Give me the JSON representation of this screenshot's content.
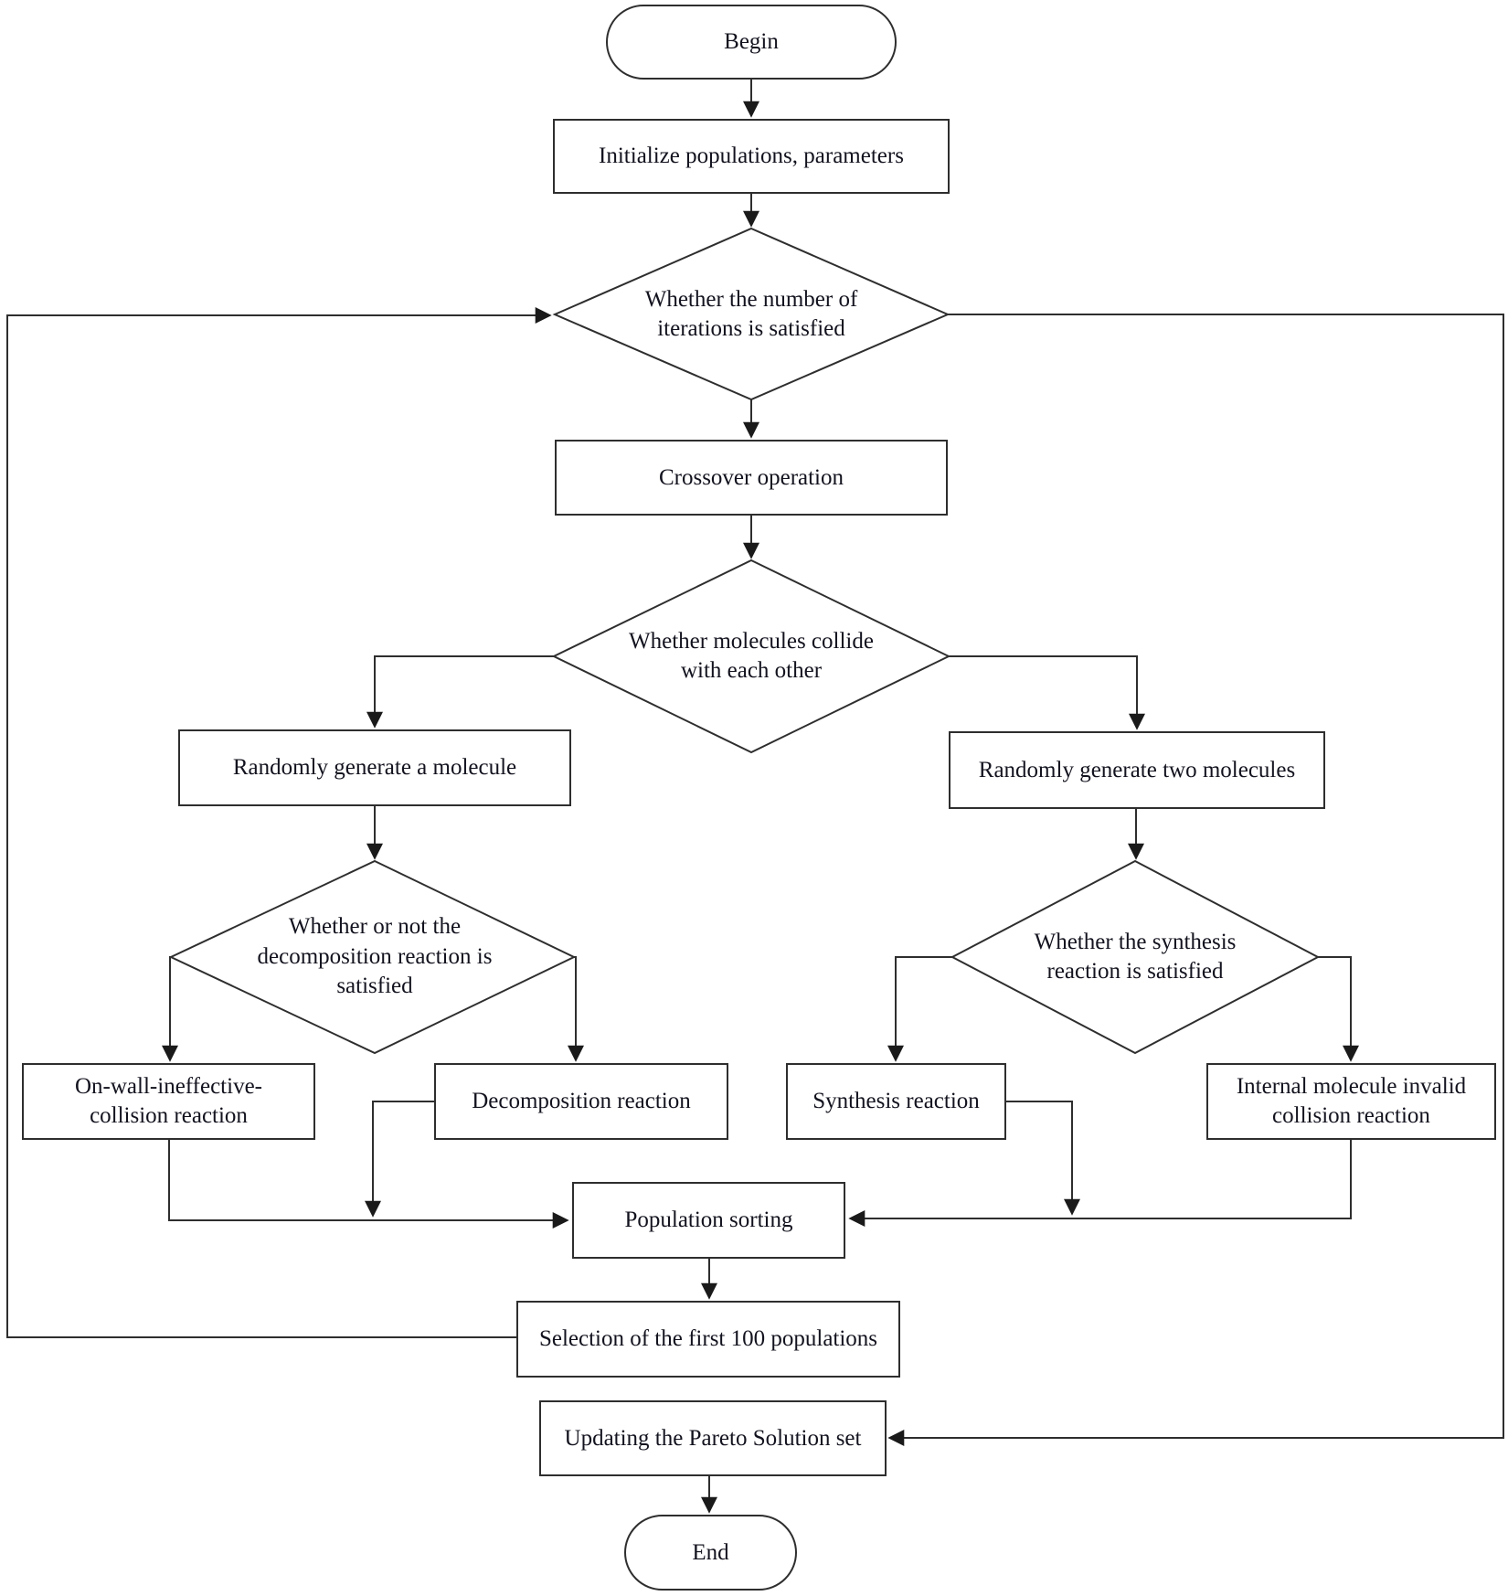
{
  "colors": {
    "background": "#ffffff",
    "line": "#2e2e2e",
    "text": "#13131f"
  },
  "nodes": {
    "begin": {
      "type": "terminator",
      "label": "Begin"
    },
    "initialize": {
      "type": "process",
      "label": "Initialize populations, parameters"
    },
    "iterations_decision": {
      "type": "decision",
      "label": "Whether the number of\niterations is satisfied"
    },
    "crossover": {
      "type": "process",
      "label": "Crossover operation"
    },
    "collide_decision": {
      "type": "decision",
      "label": "Whether molecules collide\nwith each other"
    },
    "random_one_molecule": {
      "type": "process",
      "label": "Randomly generate a molecule"
    },
    "random_two_molecules": {
      "type": "process",
      "label": "Randomly generate two molecules"
    },
    "decomposition_decision": {
      "type": "decision",
      "label": "Whether or not the\ndecomposition reaction is\nsatisfied"
    },
    "synthesis_decision": {
      "type": "decision",
      "label": "Whether the synthesis\nreaction is satisfied"
    },
    "on_wall_collision": {
      "type": "process",
      "label": "On-wall-ineffective-\ncollision reaction"
    },
    "decomposition_reaction": {
      "type": "process",
      "label": "Decomposition reaction"
    },
    "synthesis_reaction": {
      "type": "process",
      "label": "Synthesis reaction"
    },
    "internal_collision": {
      "type": "process",
      "label": "Internal molecule invalid\ncollision reaction"
    },
    "population_sorting": {
      "type": "process",
      "label": "Population sorting"
    },
    "selection_first_100": {
      "type": "process",
      "label": "Selection of the first 100 populations"
    },
    "updating_pareto": {
      "type": "process",
      "label": "Updating the Pareto Solution set"
    },
    "end": {
      "type": "terminator",
      "label": "End"
    }
  }
}
